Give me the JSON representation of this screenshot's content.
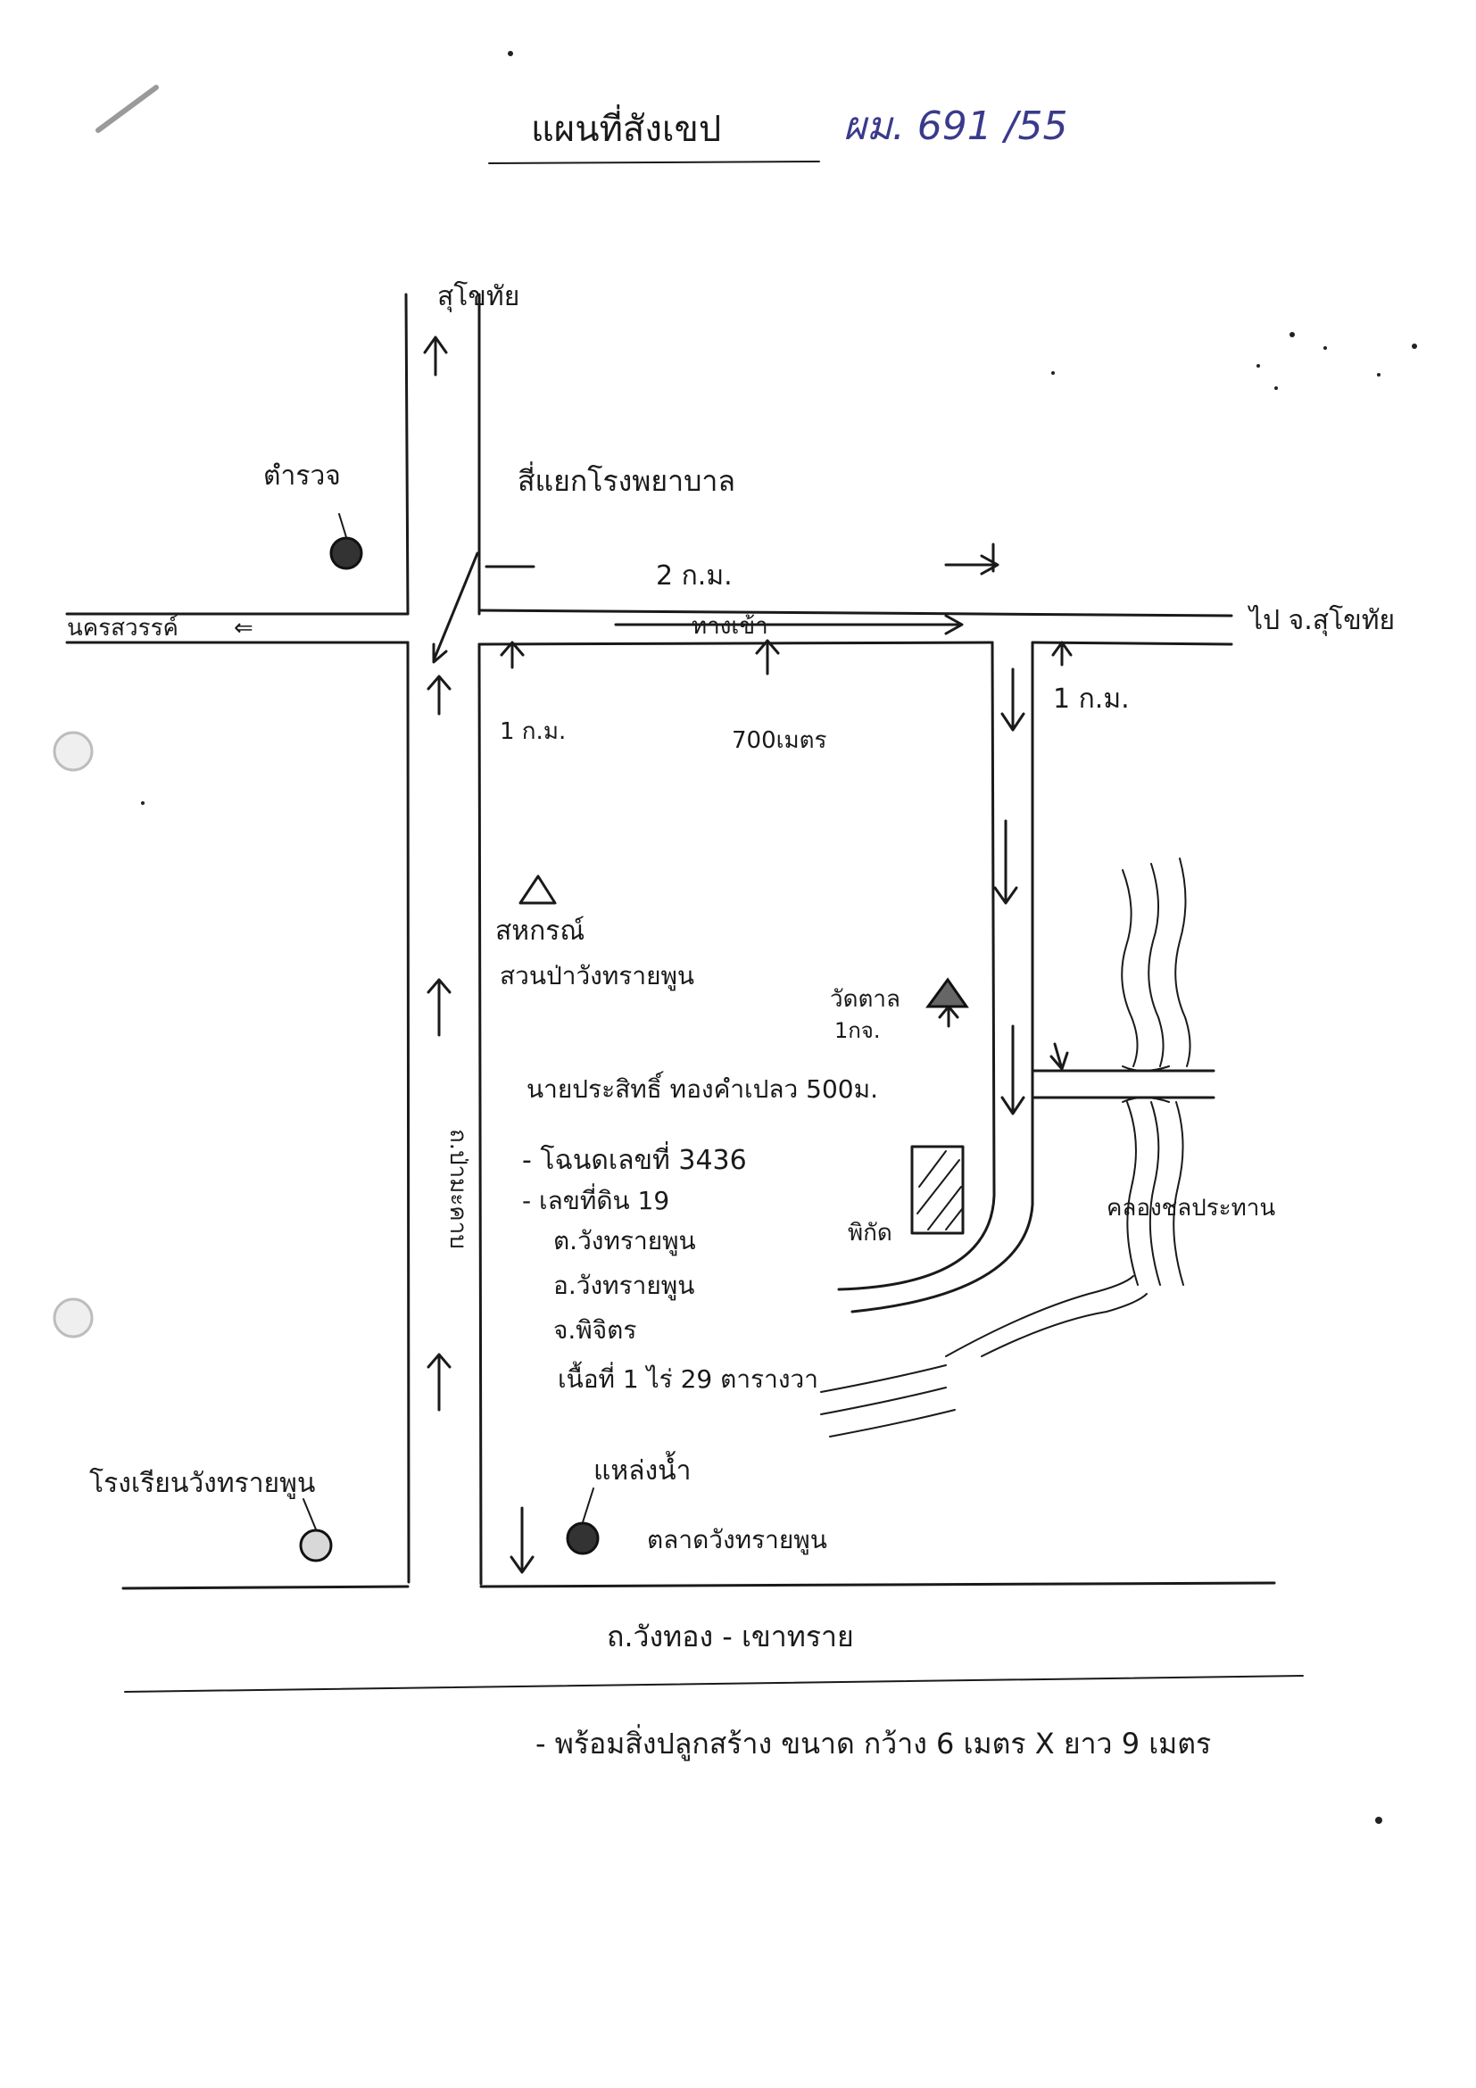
{
  "title": "แผนที่สังเขป",
  "reference_no": "ผม. 691 /55",
  "colors": {
    "ink": "#1a1a1a",
    "reference_ink": "#3a3a8c",
    "paper": "#ffffff"
  },
  "labels": {
    "north_road": "สุโขทัย",
    "west_road": "นครสวรรค์",
    "east_road": "ไป จ.สุโขทัย",
    "west_vertical_road": "ถ.ป่ามะคาบ",
    "south_road": "ถ.วังทอง - เขาทราย",
    "police": "ตำรวจ",
    "junction": "สี่แยกโรงพยาบาล",
    "distance_top": "2 ก.ม.",
    "village_road": "ทางเข้า",
    "distance_left": "1 ก.ม.",
    "distance_mid": "700เมตร",
    "distance_right": "1 ก.ม.",
    "coop": "สหกรณ์",
    "coop_line2": "สวนป่าวังทรายพูน",
    "temple": "วัดตาล",
    "temple_line2": "1กจ.",
    "parcel_distance": "นายประสิทธิ์ ทองคำเปลว 500ม.",
    "deed_no": "- โฉนดเลขที่ 3436",
    "land_no": "- เลขที่ดิน 19",
    "subdistrict": "ต.วังทรายพูน",
    "district": "อ.วังทรายพูน",
    "province": "จ.พิจิตร",
    "area": "เนื้อที่ 1 ไร่ 29 ตารางวา",
    "plot_label": "พิกัด",
    "canal": "คลองชลประทาน",
    "school": "โรงเรียนวังทรายพูน",
    "well": "แหล่งน้ำ",
    "market": "ตลาดวังทรายพูน",
    "footnote": "- พร้อมสิ่งปลูกสร้าง ขนาด กว้าง 6 เมตร X ยาว 9 เมตร"
  }
}
